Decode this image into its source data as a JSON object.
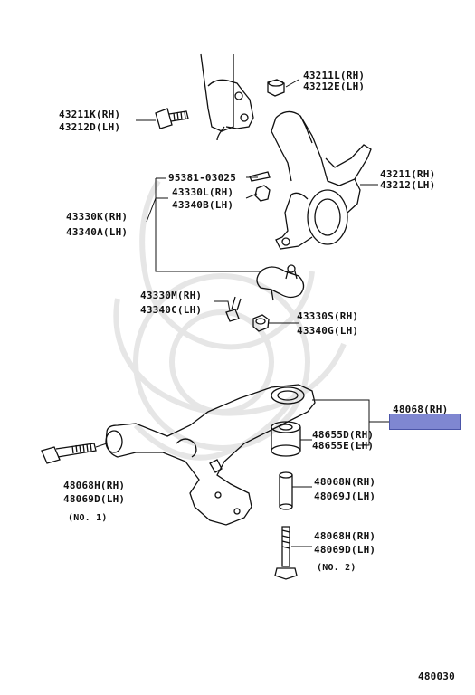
{
  "colors": {
    "line": "#111111",
    "highlight": "#7f87d1",
    "watermark": "#e8e8e8"
  },
  "labels": {
    "p43211L": "43211L(RH)",
    "p43212E": "43212E(LH)",
    "p43211K": "43211K(RH)",
    "p43212D": "43212D(LH)",
    "p95381": "95381-03025",
    "p43330L": "43330L(RH)",
    "p43340B": "43340B(LH)",
    "p43211": "43211(RH)",
    "p43212": "43212(LH)",
    "p43330K": "43330K(RH)",
    "p43340A": "43340A(LH)",
    "p43330M": "43330M(RH)",
    "p43340C": "43340C(LH)",
    "p43330S": "43330S(RH)",
    "p43340G": "43340G(LH)",
    "p48068": "48068(RH)",
    "p48655D": "48655D(RH)",
    "p48655E": "48655E(LH)",
    "p48068H_1": "48068H(RH)",
    "p48069D_1": "48069D(LH)",
    "no1": "(NO. 1)",
    "p48068N": "48068N(RH)",
    "p48069J": "48069J(LH)",
    "p48068H_2": "48068H(RH)",
    "p48069D_2": "48069D(LH)",
    "no2": "(NO. 2)",
    "diagram_code": "480030"
  }
}
